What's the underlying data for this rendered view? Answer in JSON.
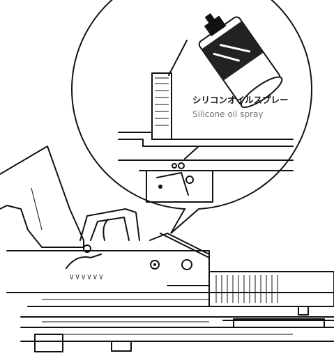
{
  "callout": {
    "label_jp": "シリコンオイルスプレー",
    "label_en": "Silicone oil spray"
  },
  "receiver": {
    "engraving": "VVVVVV"
  },
  "colors": {
    "ink": "#111111",
    "paper": "#ffffff",
    "caption": "#777777"
  }
}
